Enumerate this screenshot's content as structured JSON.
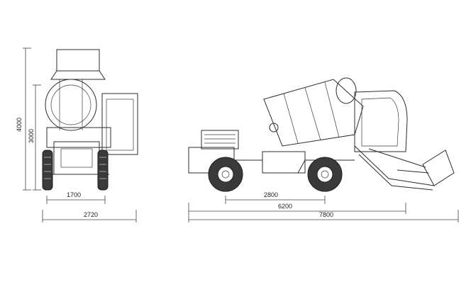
{
  "dimensions": {
    "front_height_total": "4000",
    "front_height_body": "3000",
    "front_track_width": "1700",
    "front_overall_width": "2720",
    "side_wheelbase": "2800",
    "side_body_length": "6200",
    "side_overall_length": "7800"
  }
}
